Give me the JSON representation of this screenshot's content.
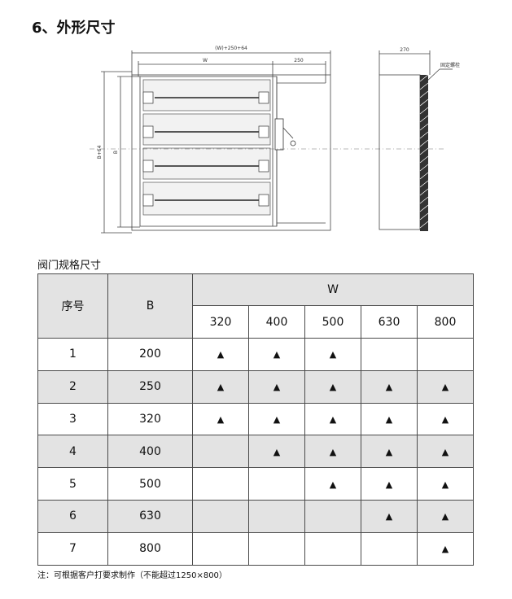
{
  "heading": "6、外形尺寸",
  "drawing": {
    "dim_total": "(W)+250+64",
    "dim_w": "W",
    "dim_250": "250",
    "dim_b64": "B+64",
    "dim_b": "B",
    "dim_270": "270",
    "callout": "固定螺栓"
  },
  "table": {
    "title": "阀门规格尺寸",
    "header_no": "序号",
    "header_b": "B",
    "header_w": "W",
    "w_values": [
      "320",
      "400",
      "500",
      "630",
      "800"
    ],
    "mark": "▲",
    "rows": [
      {
        "no": "1",
        "b": "200",
        "marks": [
          1,
          1,
          1,
          0,
          0
        ]
      },
      {
        "no": "2",
        "b": "250",
        "marks": [
          1,
          1,
          1,
          1,
          1
        ]
      },
      {
        "no": "3",
        "b": "320",
        "marks": [
          1,
          1,
          1,
          1,
          1
        ]
      },
      {
        "no": "4",
        "b": "400",
        "marks": [
          0,
          1,
          1,
          1,
          1
        ]
      },
      {
        "no": "5",
        "b": "500",
        "marks": [
          0,
          0,
          1,
          1,
          1
        ]
      },
      {
        "no": "6",
        "b": "630",
        "marks": [
          0,
          0,
          0,
          1,
          1
        ]
      },
      {
        "no": "7",
        "b": "800",
        "marks": [
          0,
          0,
          0,
          0,
          1
        ]
      }
    ]
  },
  "note": "注：可根据客户打要求制作（不能超过1250×800）"
}
